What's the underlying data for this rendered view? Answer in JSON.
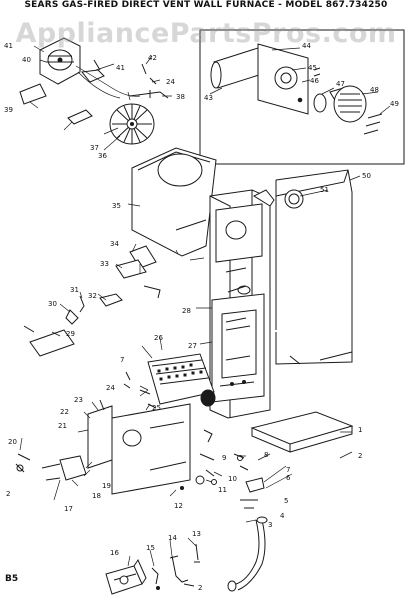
{
  "title": "SEARS GAS-FIRED DIRECT VENT WALL FURNACE - MODEL 867.734250",
  "watermark": "AppliancePartsPros.com",
  "page_code": "B5",
  "callouts": [
    "1",
    "2",
    "3",
    "4",
    "5",
    "6",
    "7",
    "8",
    "9",
    "10",
    "11",
    "12",
    "13",
    "14",
    "15",
    "16",
    "17",
    "18",
    "19",
    "20",
    "21",
    "22",
    "23",
    "24",
    "25",
    "26",
    "27",
    "28",
    "29",
    "30",
    "31",
    "32",
    "33",
    "34",
    "35",
    "36",
    "37",
    "38",
    "39",
    "40",
    "41",
    "42",
    "43",
    "44",
    "45",
    "46",
    "47",
    "48",
    "49",
    "50",
    "51"
  ]
}
